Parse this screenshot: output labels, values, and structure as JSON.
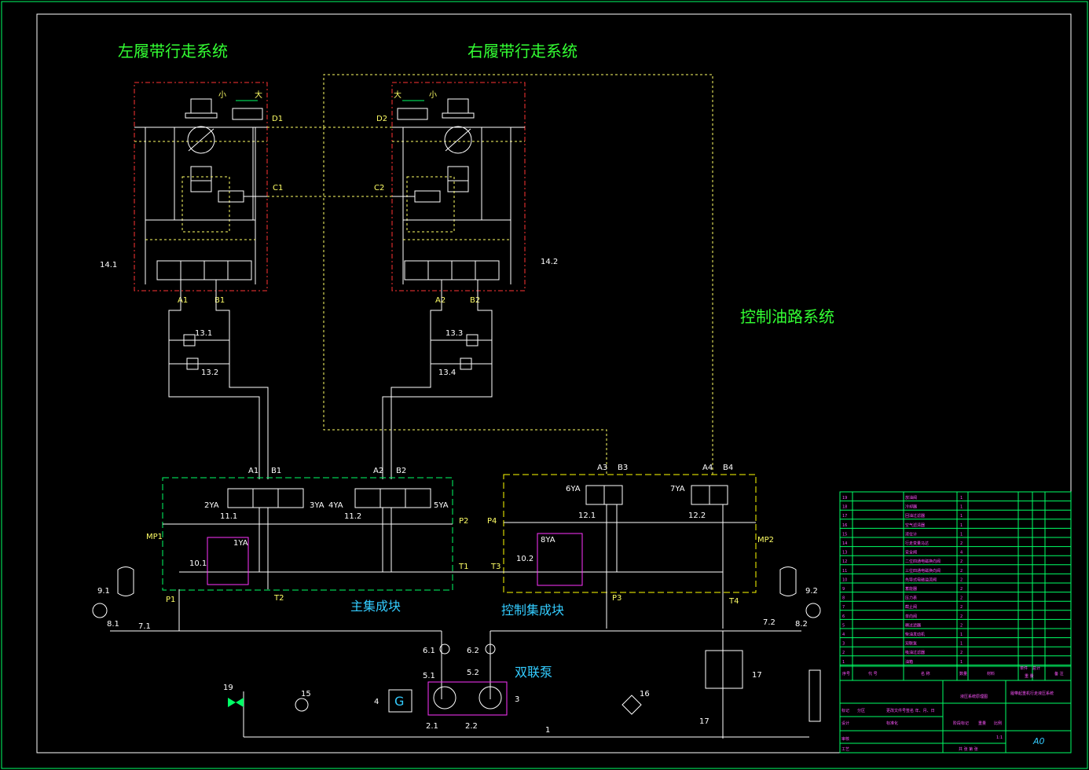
{
  "titles": {
    "left_track": "左履带行走系统",
    "right_track": "右履带行走系统",
    "control_circuit": "控制油路系统",
    "main_block": "主集成块",
    "control_block": "控制集成块",
    "dual_pump": "双联泵"
  },
  "ports": {
    "D1": "D1",
    "D2": "D2",
    "C1": "C1",
    "C2": "C2",
    "A1_top": "A1",
    "B1_top": "B1",
    "A2_top": "A2",
    "B2_top": "B2",
    "A1": "A1",
    "B1": "B1",
    "A2": "A2",
    "B2": "B2",
    "A3": "A3",
    "B3": "B3",
    "A4": "A4",
    "B4": "B4",
    "P1": "P1",
    "P2": "P2",
    "P3": "P3",
    "P4": "P4",
    "T1": "T1",
    "T2": "T2",
    "T3": "T3",
    "T4": "T4",
    "MP1": "MP1",
    "MP2": "MP2"
  },
  "motor_labels": {
    "left_small": "小",
    "left_large": "大",
    "right_large": "大",
    "right_small": "小"
  },
  "solenoids": {
    "ya1": "1YA",
    "ya2": "2YA",
    "ya3": "3YA",
    "ya4": "4YA",
    "ya5": "5YA",
    "ya6": "6YA",
    "ya7": "7YA",
    "ya8": "8YA"
  },
  "components": {
    "c14_1": "14.1",
    "c14_2": "14.2",
    "c13_1": "13.1",
    "c13_2": "13.2",
    "c13_3": "13.3",
    "c13_4": "13.4",
    "c11_1": "11.1",
    "c11_2": "11.2",
    "c12_1": "12.1",
    "c12_2": "12.2",
    "c10_1": "10.1",
    "c10_2": "10.2",
    "c9_1": "9.1",
    "c9_2": "9.2",
    "c8_1": "8.1",
    "c8_2": "8.2",
    "c7_1": "7.1",
    "c7_2": "7.2",
    "c6_1": "6.1",
    "c6_2": "6.2",
    "c5_1": "5.1",
    "c5_2": "5.2",
    "c2_1": "2.1",
    "c2_2": "2.2",
    "c4": "4",
    "c3": "3",
    "c1": "1",
    "c15": "15",
    "c16": "16",
    "c17a": "17",
    "c17b": "17",
    "c19": "19",
    "generator": "G"
  },
  "title_block": {
    "rows": [
      {
        "no": "19",
        "name": "放油阀",
        "qty": "1"
      },
      {
        "no": "18",
        "name": "冷却器",
        "qty": "1"
      },
      {
        "no": "17",
        "name": "回油过滤器",
        "qty": "1"
      },
      {
        "no": "16",
        "name": "空气滤清器",
        "qty": "1"
      },
      {
        "no": "15",
        "name": "液位计",
        "qty": "1"
      },
      {
        "no": "14",
        "name": "行走变量马达",
        "qty": "2"
      },
      {
        "no": "13",
        "name": "安全阀",
        "qty": "4"
      },
      {
        "no": "12",
        "name": "二位四通电磁换向阀",
        "qty": "2"
      },
      {
        "no": "11",
        "name": "三位四通电磁换向阀",
        "qty": "2"
      },
      {
        "no": "10",
        "name": "先导式电磁溢流阀",
        "qty": "2"
      },
      {
        "no": "9",
        "name": "蓄能器",
        "qty": "2"
      },
      {
        "no": "8",
        "name": "压力表",
        "qty": "2"
      },
      {
        "no": "7",
        "name": "截止阀",
        "qty": "2"
      },
      {
        "no": "6",
        "name": "单向阀",
        "qty": "2"
      },
      {
        "no": "5",
        "name": "精过滤器",
        "qty": "2"
      },
      {
        "no": "4",
        "name": "柴油发动机",
        "qty": "1"
      },
      {
        "no": "3",
        "name": "双联泵",
        "qty": "1"
      },
      {
        "no": "2",
        "name": "吸油过滤器",
        "qty": "2"
      },
      {
        "no": "1",
        "name": "油箱",
        "qty": "1"
      }
    ],
    "header": {
      "no": "序号",
      "code": "代 号",
      "name": "名 称",
      "qty": "数量",
      "material": "材料",
      "unit_w": "单件",
      "total_w": "总计",
      "weight": "重 量",
      "remark": "备 注"
    },
    "drawing_name": "液压系统原理图",
    "system_name": "履带起重机行走液压系统",
    "mark": "标记",
    "zone": "分区",
    "change_doc": "更改文件号签名 年、月、日",
    "design": "设计",
    "std": "标准化",
    "stage_mark": "阶段标记",
    "weight_lbl": "重量",
    "scale": "比例",
    "scale_value": "1:1",
    "review": "审核",
    "process": "工艺",
    "sheet": "共 张 第 张",
    "size": "A0"
  }
}
